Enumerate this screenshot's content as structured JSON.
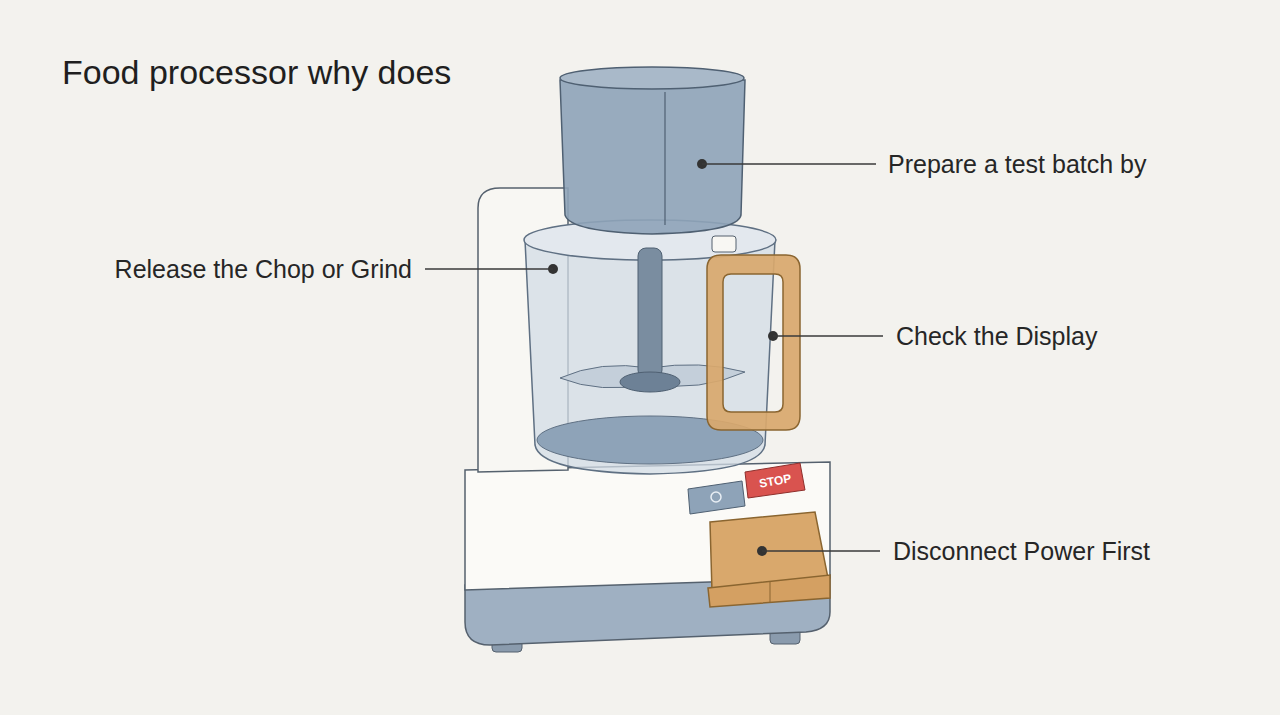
{
  "diagram": {
    "title": "Food processor why does",
    "labels": [
      "Prepare a test batch by",
      "Release the Chop or Grind",
      "Check the Display",
      "STOP",
      "Disconnect Power First"
    ]
  }
}
